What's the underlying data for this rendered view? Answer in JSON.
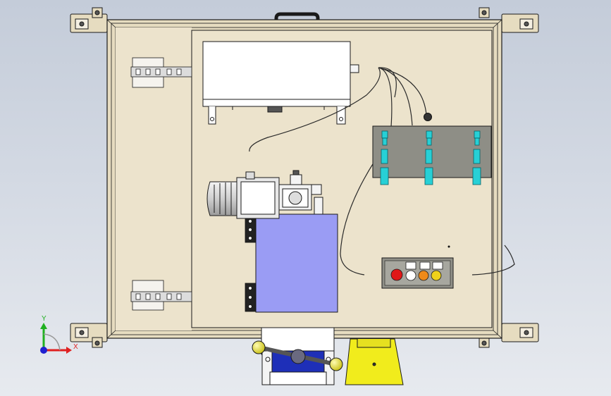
{
  "viewport": {
    "background_top": "#c4ccd9",
    "background_bottom": "#e7eaef"
  },
  "colors": {
    "panel_fill": "#ece3cc",
    "frame_fill": "#e6dcc0",
    "outline": "#1a1a1a",
    "module_fill": "#8e8e86",
    "tank_fill": "#9a9cf4",
    "connector_cyan": "#27d0d6",
    "handle_yellow": "#f2ea30",
    "pedal_yellow": "#f1ec1c",
    "button_red": "#e01818",
    "button_orange": "#f08a18",
    "button_yellow": "#efd11b",
    "triad_x": "#e02020",
    "triad_y": "#20b020",
    "triad_z": "#2020d0"
  },
  "triad": {
    "x_label": "X",
    "y_label": "Y"
  },
  "control_station": {
    "buttons": [
      "red",
      "white",
      "orange",
      "yellow"
    ]
  }
}
